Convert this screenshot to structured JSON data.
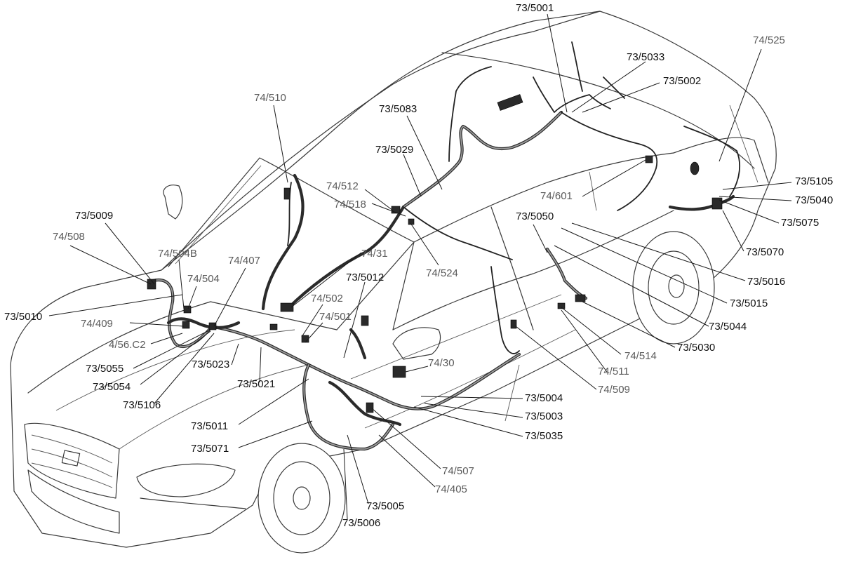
{
  "colors": {
    "label_73": "#111111",
    "label_74": "#5a5a5a",
    "body_outline": "#3a3a3a",
    "harness": "#2b2b2b"
  },
  "labels": [
    {
      "id": "73-5001",
      "text": "73/5001"
    },
    {
      "id": "74-525",
      "text": "74/525"
    },
    {
      "id": "73-5033",
      "text": "73/5033"
    },
    {
      "id": "73-5002",
      "text": "73/5002"
    },
    {
      "id": "74-510",
      "text": "74/510"
    },
    {
      "id": "73-5083",
      "text": "73/5083"
    },
    {
      "id": "73-5029",
      "text": "73/5029"
    },
    {
      "id": "74-512",
      "text": "74/512"
    },
    {
      "id": "74-518",
      "text": "74/518"
    },
    {
      "id": "73-5105",
      "text": "73/5105"
    },
    {
      "id": "74-601",
      "text": "74/601"
    },
    {
      "id": "73-5040",
      "text": "73/5040"
    },
    {
      "id": "73-5075",
      "text": "73/5075"
    },
    {
      "id": "73-5009",
      "text": "73/5009"
    },
    {
      "id": "74-508",
      "text": "74/508"
    },
    {
      "id": "74-504B",
      "text": "74/504B"
    },
    {
      "id": "74-407",
      "text": "74/407"
    },
    {
      "id": "74-31",
      "text": "74/31"
    },
    {
      "id": "73-5050",
      "text": "73/5050"
    },
    {
      "id": "74-524",
      "text": "74/524"
    },
    {
      "id": "73-5070",
      "text": "73/5070"
    },
    {
      "id": "74-504",
      "text": "74/504"
    },
    {
      "id": "73-5012",
      "text": "73/5012"
    },
    {
      "id": "73-5016",
      "text": "73/5016"
    },
    {
      "id": "73-5010",
      "text": "73/5010"
    },
    {
      "id": "74-502",
      "text": "74/502"
    },
    {
      "id": "73-5015",
      "text": "73/5015"
    },
    {
      "id": "74-501",
      "text": "74/501"
    },
    {
      "id": "74-409",
      "text": "74/409"
    },
    {
      "id": "73-5044",
      "text": "73/5044"
    },
    {
      "id": "4-56-C2",
      "text": "4/56.C2"
    },
    {
      "id": "73-5030",
      "text": "73/5030"
    },
    {
      "id": "73-5055",
      "text": "73/5055"
    },
    {
      "id": "73-5023",
      "text": "73/5023"
    },
    {
      "id": "74-514",
      "text": "74/514"
    },
    {
      "id": "74-30",
      "text": "74/30"
    },
    {
      "id": "73-5054",
      "text": "73/5054"
    },
    {
      "id": "74-511",
      "text": "74/511"
    },
    {
      "id": "73-5021",
      "text": "73/5021"
    },
    {
      "id": "73-5106",
      "text": "73/5106"
    },
    {
      "id": "74-509",
      "text": "74/509"
    },
    {
      "id": "73-5004",
      "text": "73/5004"
    },
    {
      "id": "73-5003",
      "text": "73/5003"
    },
    {
      "id": "73-5011",
      "text": "73/5011"
    },
    {
      "id": "73-5035",
      "text": "73/5035"
    },
    {
      "id": "73-5071",
      "text": "73/5071"
    },
    {
      "id": "74-507",
      "text": "74/507"
    },
    {
      "id": "74-405",
      "text": "74/405"
    },
    {
      "id": "73-5005",
      "text": "73/5005"
    },
    {
      "id": "73-5006",
      "text": "73/5006"
    }
  ]
}
